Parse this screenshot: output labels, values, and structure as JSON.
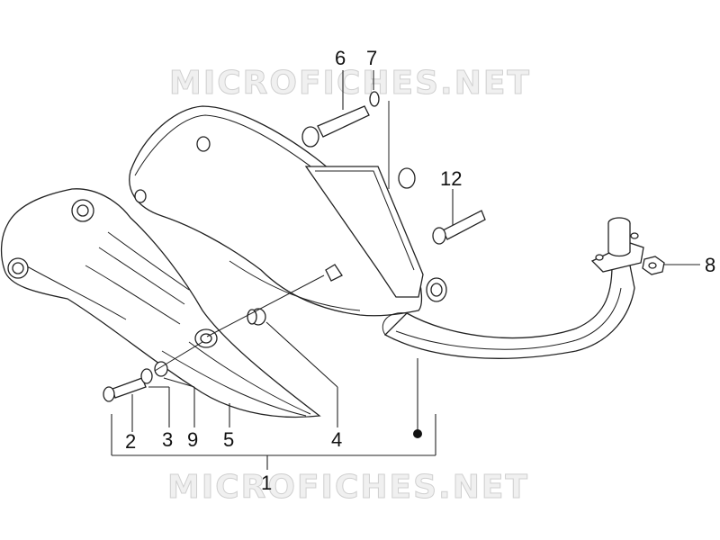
{
  "watermarks": {
    "top": "MICROFICHES.NET",
    "bottom": "MICROFICHES.NET"
  },
  "callouts": {
    "n1": "1",
    "n2": "2",
    "n3": "3",
    "n4": "4",
    "n5": "5",
    "n6": "6",
    "n7": "7",
    "n8": "8",
    "n9": "9",
    "n12": "12"
  }
}
